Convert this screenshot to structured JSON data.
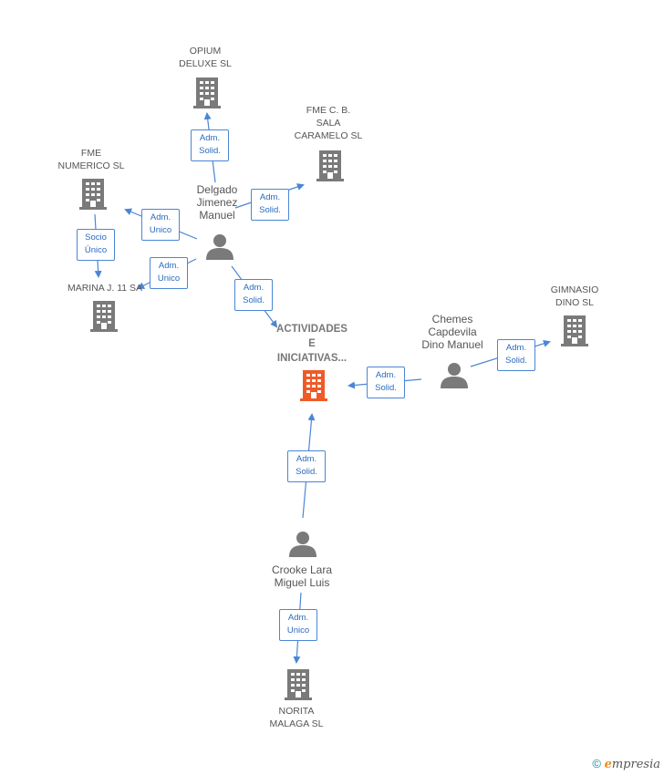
{
  "colors": {
    "building": "#7a7a7a",
    "focus": "#f05a28",
    "person": "#7a7a7a",
    "edge": "#4a86d6"
  },
  "nodes": {
    "opium": "OPIUM\nDELUXE  SL",
    "fme_cb": "FME C.  B.\nSALA\nCARAMELO SL",
    "fme_numerico": "FME\nNUMERICO SL",
    "marina": "MARINA J. 11 SA",
    "gimnasio": "GIMNASIO\nDINO  SL",
    "actividades": "ACTIVIDADES\nE\nINICIATIVAS...",
    "norita": "NORITA\nMALAGA  SL"
  },
  "people": {
    "delgado": "Delgado\nJimenez\nManuel",
    "chemes": "Chemes\nCapdevila\nDino Manuel",
    "crooke": "Crooke Lara\nMiguel Luis"
  },
  "relations": {
    "r_opium": "Adm.\nSolid.",
    "r_fmecb": "Adm.\nSolid.",
    "r_fmenum": "Adm.\nUnico",
    "r_socio": "Socio\nÚnico",
    "r_marina": "Adm.\nUnico",
    "r_delgado_act": "Adm.\nSolid.",
    "r_chemes_gim": "Adm.\nSolid.",
    "r_chemes_act": "Adm.\nSolid.",
    "r_crooke_act": "Adm.\nSolid.",
    "r_crooke_norita": "Adm.\nUnico"
  },
  "footer": {
    "copyright": "©",
    "brand_initial": "e",
    "brand_rest": "mpresia"
  }
}
